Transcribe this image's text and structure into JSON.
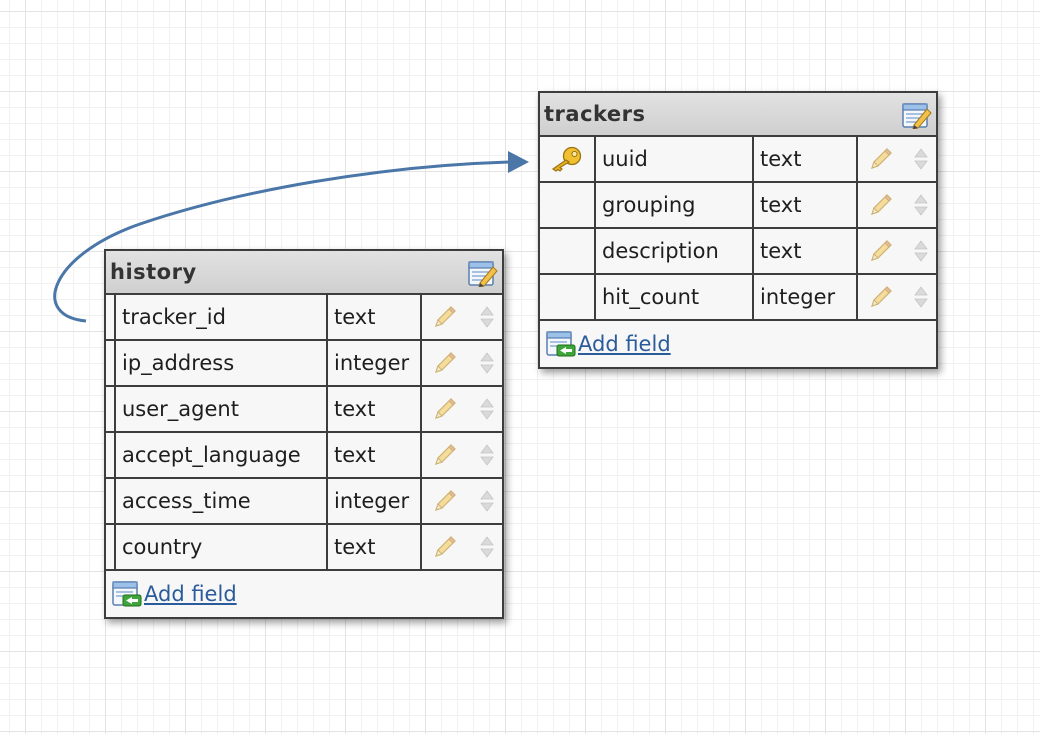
{
  "tables": {
    "trackers": {
      "name": "trackers",
      "add_field_label": "Add field",
      "fields": [
        {
          "name": "uuid",
          "type": "text",
          "primary_key": true
        },
        {
          "name": "grouping",
          "type": "text",
          "primary_key": false
        },
        {
          "name": "description",
          "type": "text",
          "primary_key": false
        },
        {
          "name": "hit_count",
          "type": "integer",
          "primary_key": false
        }
      ]
    },
    "history": {
      "name": "history",
      "add_field_label": "Add field",
      "fields": [
        {
          "name": "tracker_id",
          "type": "text",
          "primary_key": false
        },
        {
          "name": "ip_address",
          "type": "integer",
          "primary_key": false
        },
        {
          "name": "user_agent",
          "type": "text",
          "primary_key": false
        },
        {
          "name": "accept_language",
          "type": "text",
          "primary_key": false
        },
        {
          "name": "access_time",
          "type": "integer",
          "primary_key": false
        },
        {
          "name": "country",
          "type": "text",
          "primary_key": false
        }
      ]
    }
  },
  "relations": [
    {
      "from_table": "history",
      "from_field": "tracker_id",
      "to_table": "trackers",
      "to_field": "uuid"
    }
  ],
  "colors": {
    "relation_line": "#4a76a8",
    "link": "#2a5b9a",
    "border": "#3d3d3d",
    "header": "#d6d6d6"
  }
}
